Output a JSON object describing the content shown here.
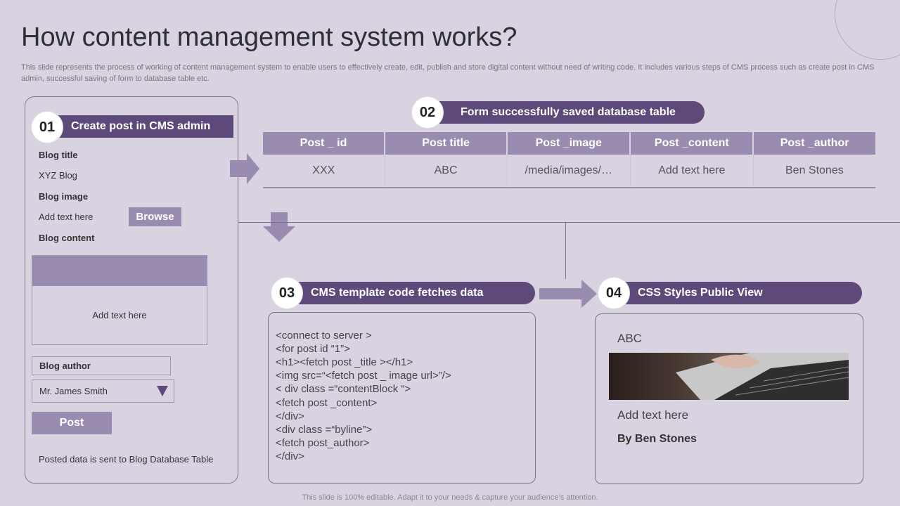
{
  "slide": {
    "title": "How content management system works?",
    "description": "This slide represents the process of working of content management system to enable users to effectively create, edit, publish and store digital content without need of writing code. It includes various steps of CMS process such as create post in CMS admin, successful saving of form to database table etc.",
    "footer": "This slide is 100% editable. Adapt it to your needs & capture your audience’s attention."
  },
  "step1": {
    "number": "01",
    "title": "Create post in CMS admin",
    "blog_title_label": "Blog title",
    "blog_title_value": "XYZ Blog",
    "blog_image_label": "Blog image",
    "blog_image_value": "Add text here",
    "browse_label": "Browse",
    "blog_content_label": "Blog content",
    "blog_content_value": "Add text here",
    "blog_author_label": "Blog author",
    "blog_author_value": "Mr. James Smith",
    "post_label": "Post",
    "note": "Posted data is sent to Blog Database Table"
  },
  "step2": {
    "number": "02",
    "title": "Form successfully  saved database table",
    "columns": [
      "Post _ id",
      "Post title",
      "Post _image",
      "Post _content",
      "Post _author"
    ],
    "row": [
      "XXX",
      "ABC",
      "/media/images/…",
      "Add text here",
      "Ben Stones"
    ]
  },
  "step3": {
    "number": "03",
    "title": "CMS template code fetches data",
    "code_lines": [
      "<connect to server >",
      "<for post id “1”>",
      "<h1><fetch  post _title ></h1>",
      "<img src=“<fetch  post _ image url>”/>",
      "< div class =“contentBlock  “>",
      "<fetch post _content>",
      "</div>",
      "<div class =“byline”>",
      "<fetch post_author>",
      "</div>"
    ]
  },
  "step4": {
    "number": "04",
    "title": "CSS Styles  Public View",
    "view_title": "ABC",
    "view_text": "Add text here",
    "view_byline": "By Ben Stones"
  },
  "colors": {
    "background": "#d8d2e1",
    "accent_dark": "#5d4a7b",
    "accent_light": "#9a8bb0"
  }
}
